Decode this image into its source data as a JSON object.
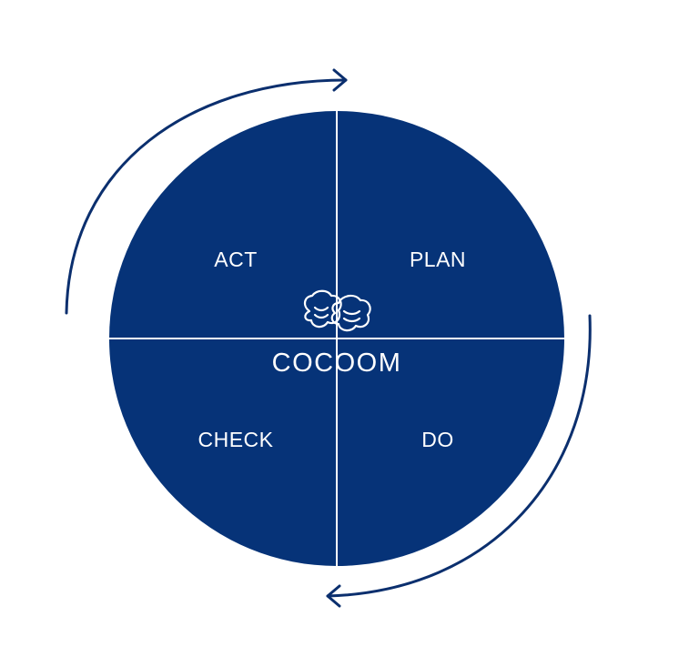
{
  "diagram": {
    "brand_name": "COCOOM",
    "quadrants": [
      {
        "id": "act",
        "label": "ACT"
      },
      {
        "id": "plan",
        "label": "PLAN"
      },
      {
        "id": "check",
        "label": "CHECK"
      },
      {
        "id": "do",
        "label": "DO"
      }
    ],
    "colors": {
      "circle_fill": "#063378",
      "divider": "#ffffff",
      "arrow": "#0b2f6e",
      "text": "#ffffff"
    },
    "icons": {
      "brand_logo": "cocoon-logo-icon",
      "top_arrow": "clockwise-arrow-icon",
      "bottom_arrow": "clockwise-arrow-icon"
    }
  }
}
